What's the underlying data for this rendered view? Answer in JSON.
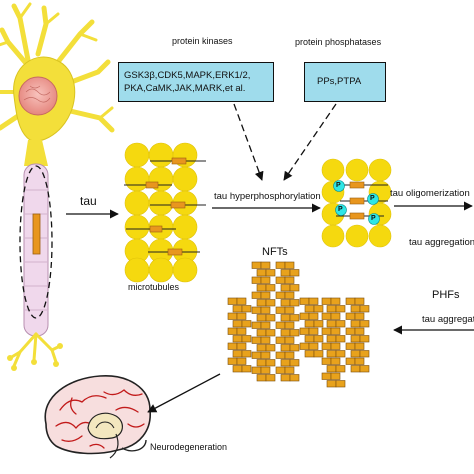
{
  "labels": {
    "tau": "tau",
    "microtubules": "microtubules",
    "protein_kinases": "protein kinases",
    "protein_phosphatases": "protein phosphatases",
    "tau_hyperphosphorylation": "tau hyperphosphorylation",
    "tau_oligomerization": "tau oligomerization",
    "tau_aggregation_right": "tau aggregation",
    "nfts": "NFTs",
    "phfs": "PHFs",
    "tau_aggregation_mid": "tau aggregation",
    "neurodegeneration": "Neurodegeneration",
    "phospho_marker": "P"
  },
  "kinases_box": {
    "line1": "GSK3β,CDK5,MAPK,ERK1/2,",
    "line2": "PKA,CaMK,JAK,MARK,et al."
  },
  "phosphatases_box": {
    "line1": "PPs,PTPA"
  },
  "colors": {
    "tubulin": "#f5d90f",
    "tau_segment": "#e8961e",
    "box_fill": "#9fdcec",
    "phospho": "#2ee6e6",
    "brick": "#e8a21c",
    "neuron_yellow": "#f3df3a",
    "axon_pink": "#f0d8ec",
    "nucleus": "#f2a6a0",
    "brain_vessel": "#c21a1a"
  }
}
